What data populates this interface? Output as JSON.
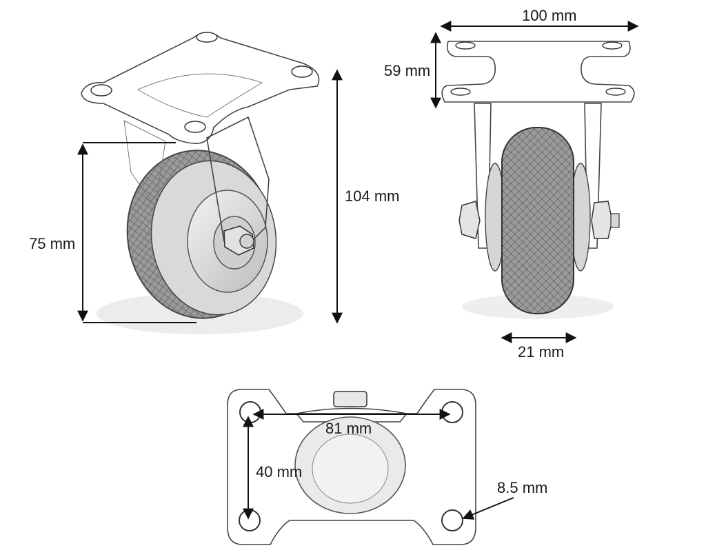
{
  "dimensions": {
    "width_top": "100 mm",
    "plate_depth": "59 mm",
    "total_height": "104 mm",
    "wheel_diameter": "75 mm",
    "wheel_width": "21 mm",
    "hole_spacing_x": "81 mm",
    "hole_spacing_y": "40 mm",
    "hole_diameter": "8.5 mm"
  },
  "views": {
    "perspective": "perspective-view",
    "front": "front-view",
    "top": "top-plate-view"
  },
  "colors": {
    "ink": "#444444",
    "tread": "#8a8a8a",
    "metal": "#e6e6e6",
    "dimension": "#111111"
  }
}
